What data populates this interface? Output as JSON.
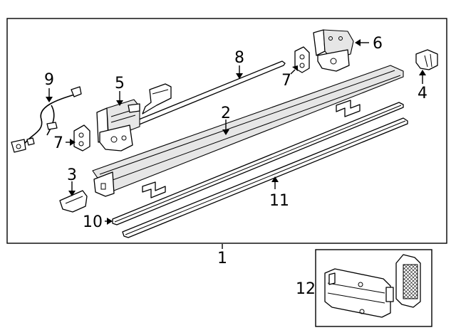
{
  "callouts": {
    "c1": "1",
    "c2": "2",
    "c3": "3",
    "c4": "4",
    "c5": "5",
    "c6": "6",
    "c7a": "7",
    "c7b": "7",
    "c8": "8",
    "c9": "9",
    "c10": "10",
    "c11": "11",
    "c12": "12"
  },
  "colors": {
    "line": "#000000",
    "background": "#ffffff",
    "shade": "#e6e6e6"
  }
}
